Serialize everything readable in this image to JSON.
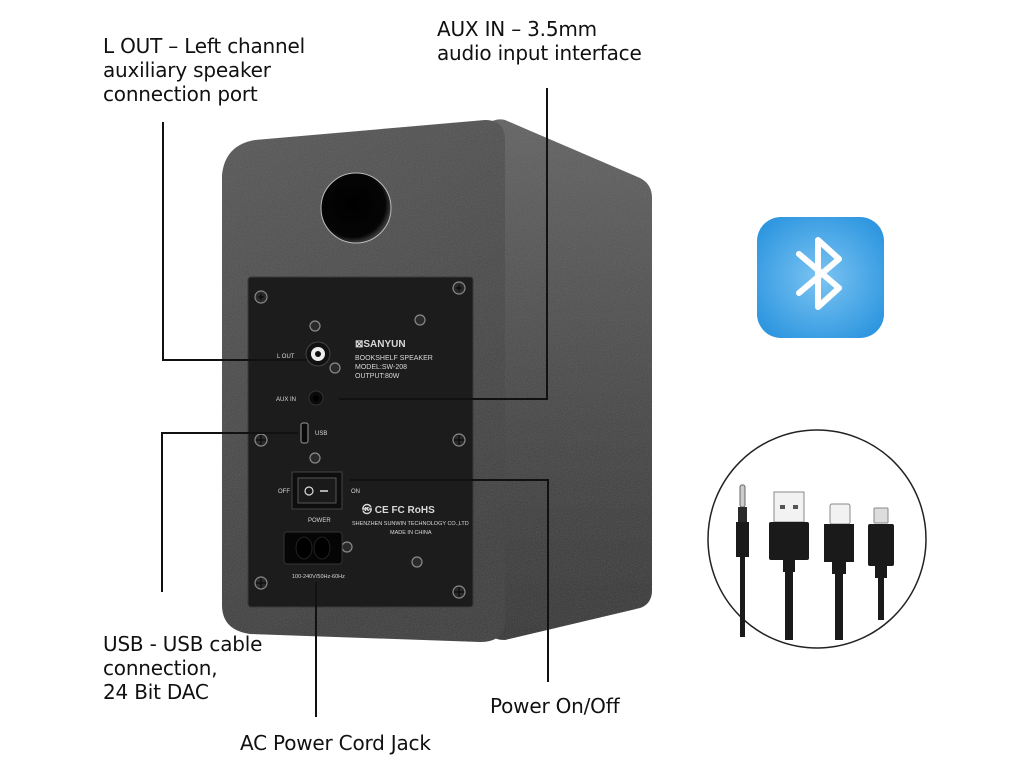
{
  "callouts": {
    "l_out": {
      "lines": [
        "L OUT  –  Left channel",
        "auxiliary speaker",
        "connection port"
      ]
    },
    "aux_in": {
      "lines": [
        "AUX IN  –  3.5mm",
        "audio input interface"
      ]
    },
    "usb": {
      "lines": [
        "USB - USB cable",
        "connection,",
        "24 Bit DAC"
      ]
    },
    "ac_power": {
      "lines": [
        "AC Power Cord Jack"
      ]
    },
    "power": {
      "lines": [
        "Power On/Off"
      ]
    }
  },
  "panel": {
    "brand": "SANYUN",
    "product": "BOOKSHELF SPEAKER",
    "model": "MODEL:SW-208",
    "output": "OUTPUT:80W",
    "port_l_out": "L OUT",
    "port_aux_in": "AUX IN",
    "port_usb": "USB",
    "switch_off": "OFF",
    "switch_on": "ON",
    "switch_label": "POWER",
    "certifications": "CE FC RoHS",
    "manufacturer": "SHENZHEN SUNWIN TECHNOLOGY CO.,LTD",
    "origin": "MADE IN CHINA",
    "ac_rating": "100-240V/50Hz-60Hz"
  },
  "icons": {
    "bluetooth": "bluetooth-icon",
    "bluetooth_color": "#3aa3e8"
  },
  "cables": [
    "3.5mm-audio-jack",
    "usb-a",
    "usb-c",
    "micro-usb"
  ]
}
